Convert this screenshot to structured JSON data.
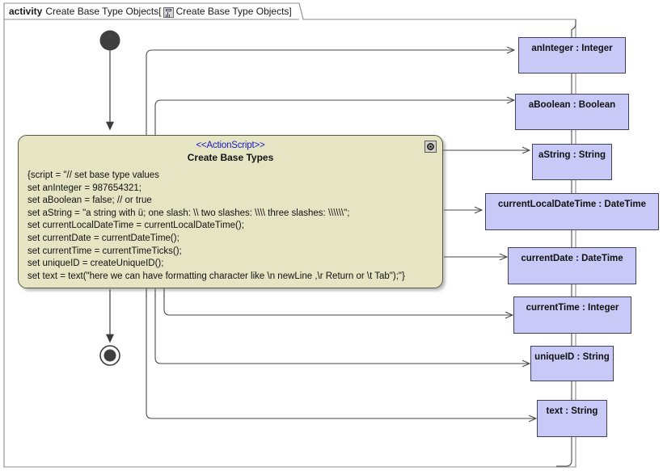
{
  "frame": {
    "keyword": "activity",
    "name": "Create Base Type Objects",
    "bracket_open": "[",
    "diagram_icon": "activity-diagram-icon",
    "diagram_name": "Create Base Type Objects",
    "bracket_close": "]"
  },
  "nodes": {
    "initial": {
      "name": "initial-node"
    },
    "final": {
      "name": "activity-final-node"
    },
    "action": {
      "stereotype": "<<ActionScript>>",
      "title": "Create Base Types",
      "badge_icon": "script-badge-icon",
      "script_lines": [
        "{script = \"// set base type values",
        "set anInteger = 987654321;",
        "set aBoolean = false; // or true",
        "set aString = \"a string with ü; one slash: \\\\ two slashes: \\\\\\\\ three slashes: \\\\\\\\\\\\\";",
        "set currentLocalDateTime = currentLocalDateTime();",
        "set currentDate = currentDateTime();",
        "set currentTime = currentTimeTicks();",
        "set uniqueID = createUniqueID();",
        "set text = text(\"here we can have formatting character like \\n newLine ,\\r Return or \\t Tab\");\"}"
      ]
    }
  },
  "objects": [
    {
      "label": "anInteger : Integer",
      "name": "object-node-aninteger"
    },
    {
      "label": "aBoolean : Boolean",
      "name": "object-node-aboolean"
    },
    {
      "label": "aString : String",
      "name": "object-node-astring"
    },
    {
      "label": "currentLocalDateTime : DateTime",
      "name": "object-node-currentlocaldatetime"
    },
    {
      "label": "currentDate : DateTime",
      "name": "object-node-currentdate"
    },
    {
      "label": "currentTime : Integer",
      "name": "object-node-currenttime"
    },
    {
      "label": "uniqueID : String",
      "name": "object-node-uniqueid"
    },
    {
      "label": "text : String",
      "name": "object-node-text"
    }
  ],
  "colors": {
    "action_fill": "#e5e5c4",
    "action_border": "#5a5a42",
    "object_fill": "#c9c9f7",
    "object_border": "#41415a",
    "stereotype_text": "#1717c4",
    "connector": "#4a4a4a",
    "frame_border": "#8c8c8c"
  }
}
